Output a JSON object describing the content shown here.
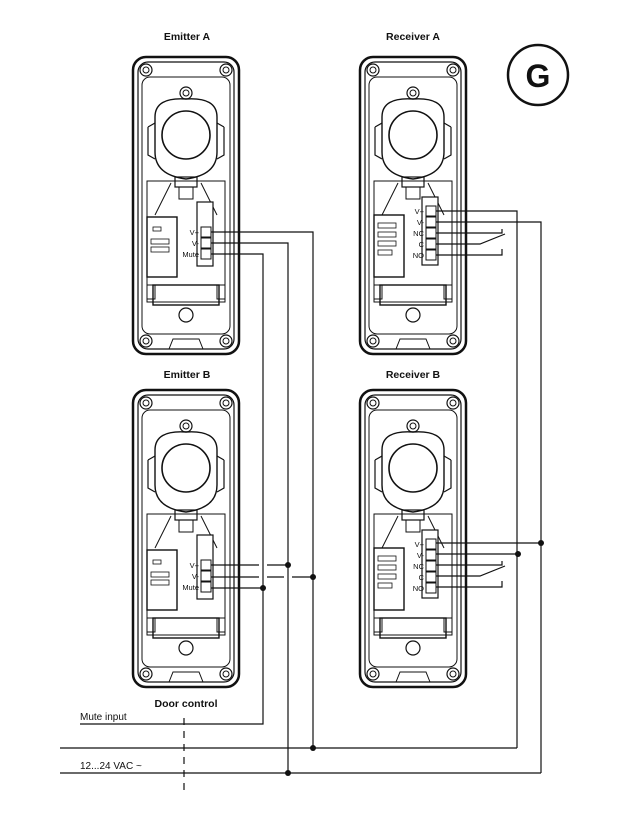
{
  "badge": "G",
  "devices": {
    "emitter_a": {
      "title": "Emitter A",
      "terminals": [
        "V+",
        "V-",
        "Mute"
      ]
    },
    "receiver_a": {
      "title": "Receiver A",
      "terminals": [
        "V+",
        "V-",
        "NC",
        "C",
        "NO"
      ]
    },
    "emitter_b": {
      "title": "Emitter B",
      "terminals": [
        "V+",
        "V-",
        "Mute"
      ]
    },
    "receiver_b": {
      "title": "Receiver B",
      "terminals": [
        "V+",
        "V-",
        "NC",
        "C",
        "NO"
      ]
    }
  },
  "door_control": {
    "title": "Door control",
    "mute_input": "Mute input",
    "supply": "12...24 VAC ~"
  }
}
